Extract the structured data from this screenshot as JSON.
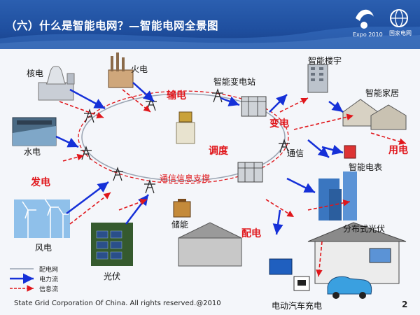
{
  "header": {
    "title": "（六）什么是智能电网？—智能电网全景图",
    "logo_left_text": "Expo 2010",
    "logo_right_text": "国家电网"
  },
  "stages": {
    "generation": "发电",
    "transmission": "输电",
    "transformation": "变电",
    "dispatching": "调度",
    "distribution": "配电",
    "consumption": "用电"
  },
  "nodes": {
    "nuclear": "核电",
    "thermal": "火电",
    "hydro": "水电",
    "wind": "风电",
    "solar": "光伏",
    "storage": "储能",
    "substation": "智能变电站",
    "building": "智能楼宇",
    "home": "智能家居",
    "meter": "智能电表",
    "communication": "通信",
    "comm_support": "通信信息支撑",
    "distributed_pv": "分布式光伏",
    "ev_charging": "电动汽车充电"
  },
  "legend": {
    "grid": "配电网",
    "power_flow": "电力流",
    "info_flow": "信息流"
  },
  "colors": {
    "header": "#1f4f9f",
    "power_flow": "#1530d8",
    "info_flow": "#e0161b",
    "stage_text": "#e0161b"
  },
  "footer": {
    "copyright": "State Grid Corporation Of China. All rights reserved.@2010",
    "page": "2"
  }
}
